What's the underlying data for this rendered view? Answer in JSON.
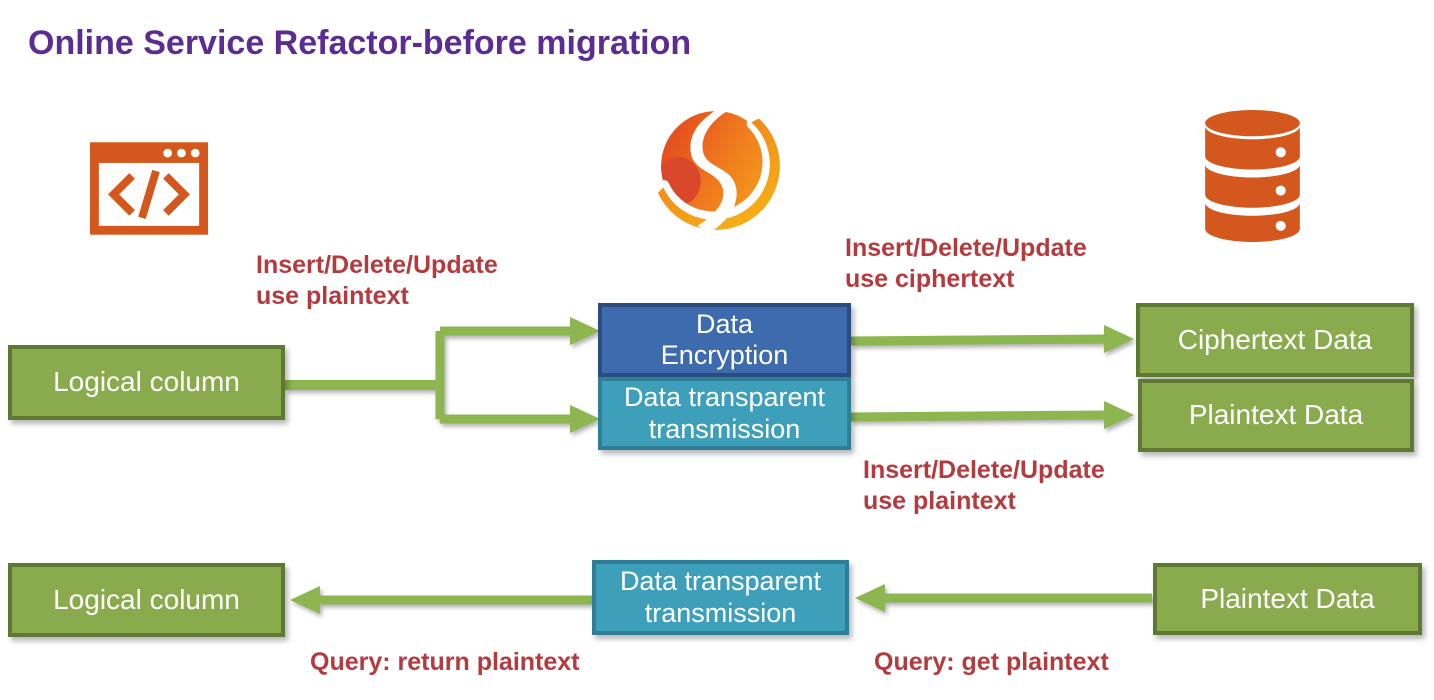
{
  "title": "Online Service Refactor-before migration",
  "colors": {
    "title_purple": "#5B2D90",
    "label_red": "#B43A3E",
    "node_green_fill": "#8AAB4D",
    "node_green_border": "#5E7A32",
    "node_blue_fill": "#3D6BAE",
    "node_blue_border": "#2B4C7E",
    "node_teal_fill": "#3E9FBA",
    "node_teal_border": "#2E7E98",
    "arrow_green": "#8DB550",
    "icon_orange": "#D4581E"
  },
  "icons": {
    "code_window": "code-window-icon",
    "service_logo": "flame-s-logo",
    "database": "database-icon"
  },
  "nodes": {
    "logical_column_top": {
      "label": "Logical column"
    },
    "data_encryption": {
      "label": "Data Encryption"
    },
    "data_transparent_top": {
      "label": "Data transparent transmission"
    },
    "ciphertext_data": {
      "label": "Ciphertext Data"
    },
    "plaintext_data_top": {
      "label": "Plaintext Data"
    },
    "logical_column_bottom": {
      "label": "Logical column"
    },
    "data_transparent_bottom": {
      "label": "Data transparent transmission"
    },
    "plaintext_data_bottom": {
      "label": "Plaintext Data"
    }
  },
  "edge_labels": {
    "insert_plaintext_left": {
      "line1": "Insert/Delete/Update",
      "line2": "use plaintext"
    },
    "insert_ciphertext_right": {
      "line1": "Insert/Delete/Update",
      "line2": "use ciphertext"
    },
    "insert_plaintext_right": {
      "line1": "Insert/Delete/Update",
      "line2": "use plaintext"
    },
    "query_return_plaintext": "Query: return plaintext",
    "query_get_plaintext": "Query: get plaintext"
  }
}
